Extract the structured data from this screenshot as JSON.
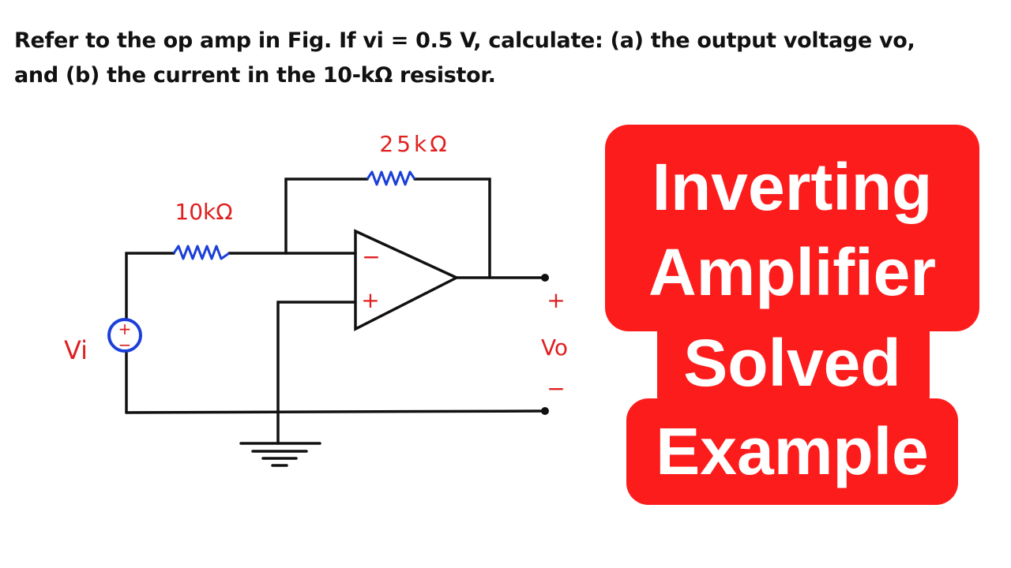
{
  "question": {
    "line1": "Refer to the op amp in Fig. If vi = 0.5 V, calculate: (a) the output voltage vo,",
    "line2": "and (b) the current in the 10-kΩ resistor."
  },
  "circuit": {
    "feedback_resistor_label": "25kΩ",
    "input_resistor_label": "10kΩ",
    "source_label": "Vi",
    "output_label": "Vo",
    "output_plus": "+",
    "output_minus": "−",
    "opamp_inverting": "−",
    "opamp_noninverting": "+",
    "source_plus": "+",
    "source_minus": "−"
  },
  "banner": {
    "line1": "Inverting",
    "line2": "Amplifier",
    "line3": "Solved",
    "line4": "Example",
    "color": "#fd1c1c"
  }
}
